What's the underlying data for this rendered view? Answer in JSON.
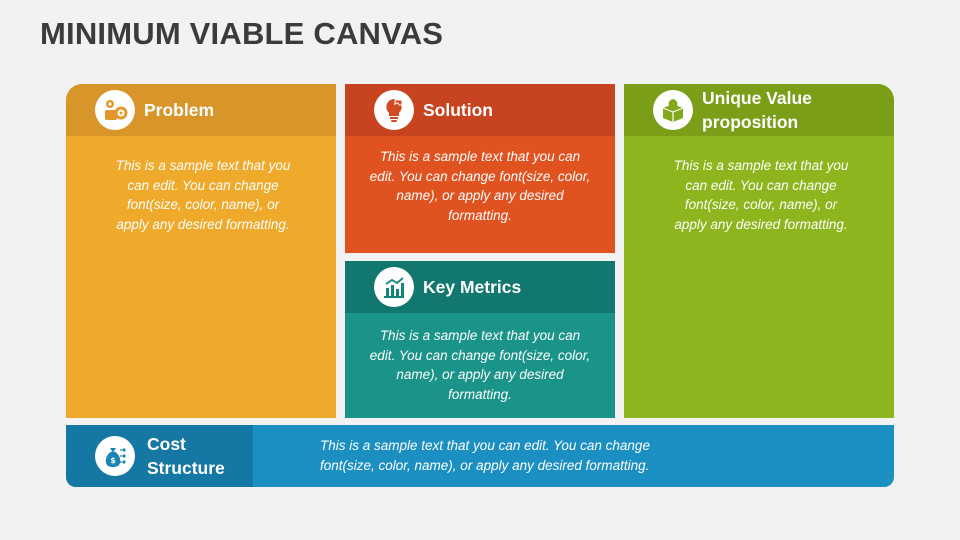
{
  "slide": {
    "title": "MINIMUM VIABLE CANVAS"
  },
  "sections": {
    "problem": {
      "heading": "Problem",
      "body": "This is a sample text that you can edit. You can change font(size, color, name), or apply any desired formatting.",
      "icon": "problem-gears-icon",
      "header_color": "#d8952a",
      "body_color": "#efa92b"
    },
    "solution": {
      "heading": "Solution",
      "body": "This is a sample text that you can edit. You can change font(size, color, name), or apply any desired formatting.",
      "icon": "lightbulb-puzzle-icon",
      "header_color": "#c84320",
      "body_color": "#e0521f"
    },
    "key_metrics": {
      "heading": "Key Metrics",
      "body": "This is a sample text that you can edit. You can change font(size, color, name), or apply any desired formatting.",
      "icon": "bar-chart-icon",
      "header_color": "#12776e",
      "body_color": "#1a9488"
    },
    "uvp": {
      "heading_line1": "Unique Value",
      "heading_line2": "proposition",
      "body": "This is a sample text that you can edit. You can change font(size, color, name), or apply any desired formatting.",
      "icon": "box-leaf-icon",
      "header_color": "#7a9e18",
      "body_color": "#8db61e"
    },
    "cost_structure": {
      "heading_line1": "Cost",
      "heading_line2": "Structure",
      "body_line1": "This is a sample text that you can edit. You can change",
      "body_line2": "font(size, color, name), or apply any desired formatting.",
      "icon": "money-bag-icon",
      "header_color": "#1477a4",
      "body_color": "#1b8fc2"
    }
  }
}
